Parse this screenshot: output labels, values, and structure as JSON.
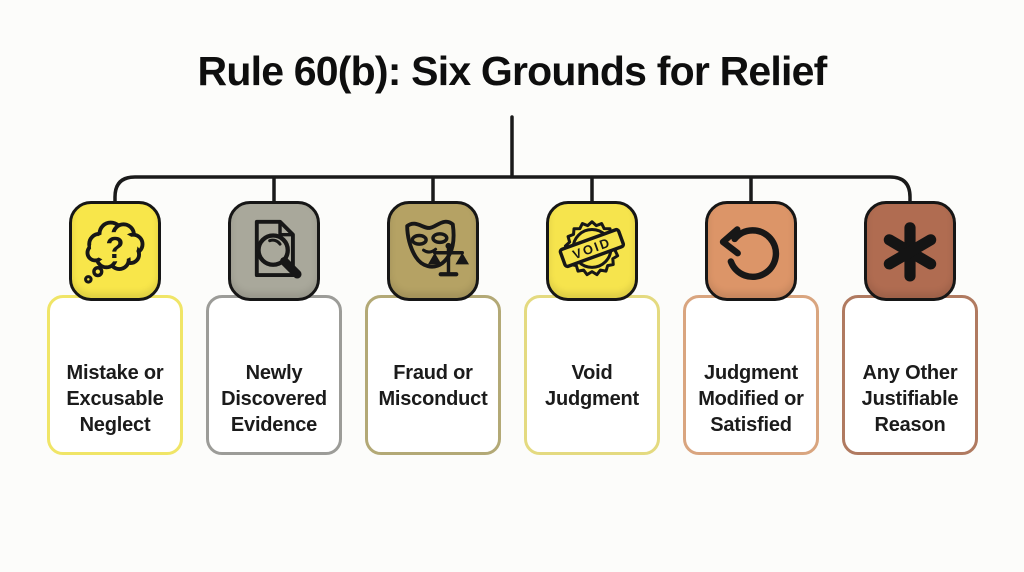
{
  "title": "Rule 60(b): Six Grounds for Relief",
  "diagram": {
    "background": "#FCFCFA",
    "ink_color": "#1A1A1A",
    "card_background": "#FFFFFF",
    "text_color": "#1B1B1B"
  },
  "grounds": [
    {
      "label_lines": [
        "Mistake or",
        "Excusable",
        "Neglect"
      ],
      "icon": "thought-question-icon",
      "icon_bg": "#F8E64A",
      "border": "#F0E567"
    },
    {
      "label_lines": [
        "Newly",
        "Discovered",
        "Evidence"
      ],
      "icon": "document-magnifier-icon",
      "icon_bg": "#A9A89B",
      "border": "#9C9C98"
    },
    {
      "label_lines": [
        "Fraud or",
        "Misconduct"
      ],
      "icon": "mask-scales-icon",
      "icon_bg": "#B5A264",
      "border": "#B3A976"
    },
    {
      "label_lines": [
        "Void",
        "Judgment"
      ],
      "icon": "void-stamp-icon",
      "icon_bg": "#F6E44D",
      "border": "#E4DA80"
    },
    {
      "label_lines": [
        "Judgment",
        "Modified or",
        "Satisfied"
      ],
      "icon": "rotate-ccw-icon",
      "icon_bg": "#DC9568",
      "border": "#D9A57F"
    },
    {
      "label_lines": [
        "Any Other",
        "Justifiable",
        "Reason"
      ],
      "icon": "asterisk-icon",
      "icon_bg": "#B06C51",
      "border": "#B07A60"
    }
  ],
  "icons": {
    "void_stamp_text": "VOID"
  }
}
